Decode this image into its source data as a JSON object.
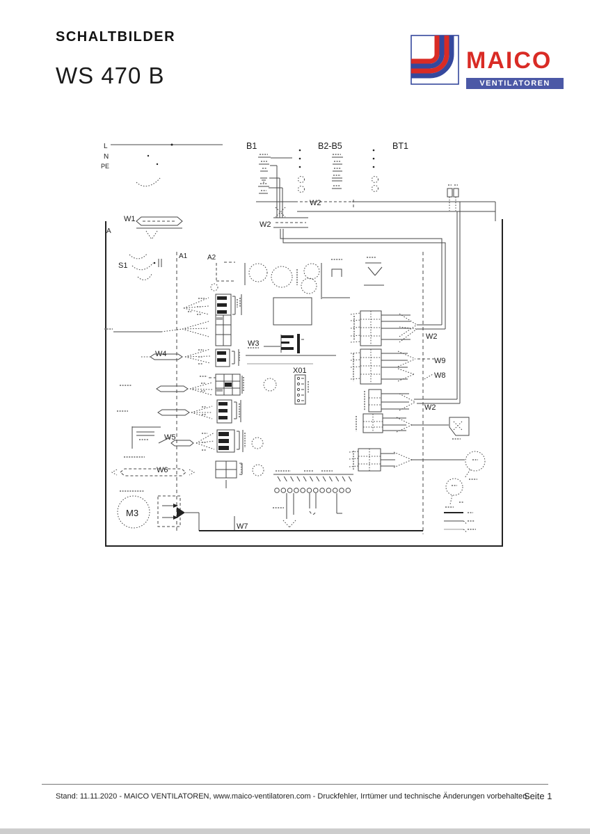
{
  "page": {
    "doc_title": "SCHALTBILDER",
    "model": "WS 470 B"
  },
  "logo": {
    "brand": "MAICO",
    "tagline": "VENTILATOREN",
    "colors": {
      "red": "#d92b25",
      "blue": "#35489d",
      "bar_blue": "#4b58a6"
    }
  },
  "diagram": {
    "labels": {
      "l": "L",
      "n": "N",
      "pe": "PE",
      "b1": "B1",
      "b2b5": "B2-B5",
      "bt1": "BT1",
      "w1": "W1",
      "w2": "W2",
      "w3": "W3",
      "w4": "W4",
      "w5": "W5",
      "w6": "W6",
      "w7": "W7",
      "w8": "W8",
      "w9": "W9",
      "a": "A",
      "a1": "A1",
      "a2": "A2",
      "s1": "S1",
      "x01": "X01",
      "m3": "M3"
    }
  },
  "footer": {
    "info": "Stand: 11.11.2020 - MAICO VENTILATOREN, www.maico-ventilatoren.com - Druckfehler, Irrtümer und technische Änderungen vorbehalten",
    "page": "Seite 1"
  }
}
